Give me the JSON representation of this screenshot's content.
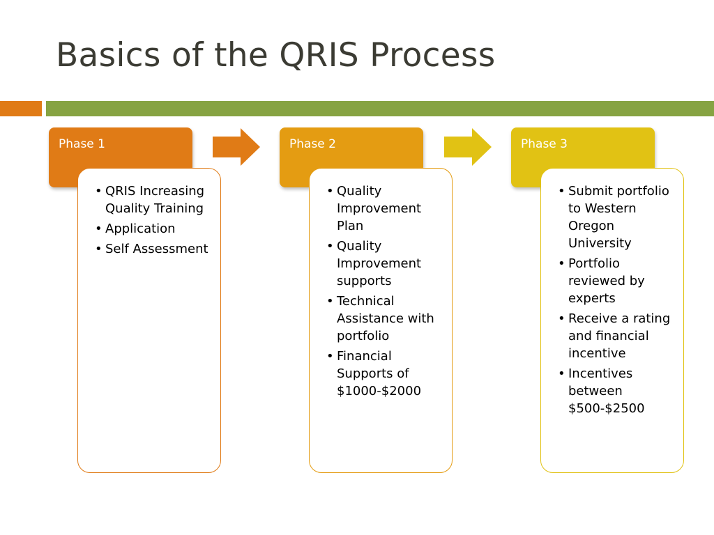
{
  "slide": {
    "title": "Basics of the QRIS Process"
  },
  "colors": {
    "orange_bar": "#e07b16",
    "green_bar": "#86a342",
    "phase1": "#e07b16",
    "phase2": "#e49c12",
    "phase3": "#e1c214"
  },
  "phases": [
    {
      "label": "Phase 1",
      "items": [
        "QRIS Increasing Quality Training",
        "Application",
        "Self Assessment"
      ]
    },
    {
      "label": "Phase 2",
      "items": [
        "Quality Improvement Plan",
        "Quality Improvement supports",
        "Technical Assistance with portfolio",
        "Financial Supports of $1000-$2000"
      ]
    },
    {
      "label": "Phase 3",
      "items": [
        "Submit portfolio to Western Oregon University",
        "Portfolio reviewed by experts",
        "Receive a rating and financial incentive",
        "Incentives between $500-$2500"
      ]
    }
  ]
}
